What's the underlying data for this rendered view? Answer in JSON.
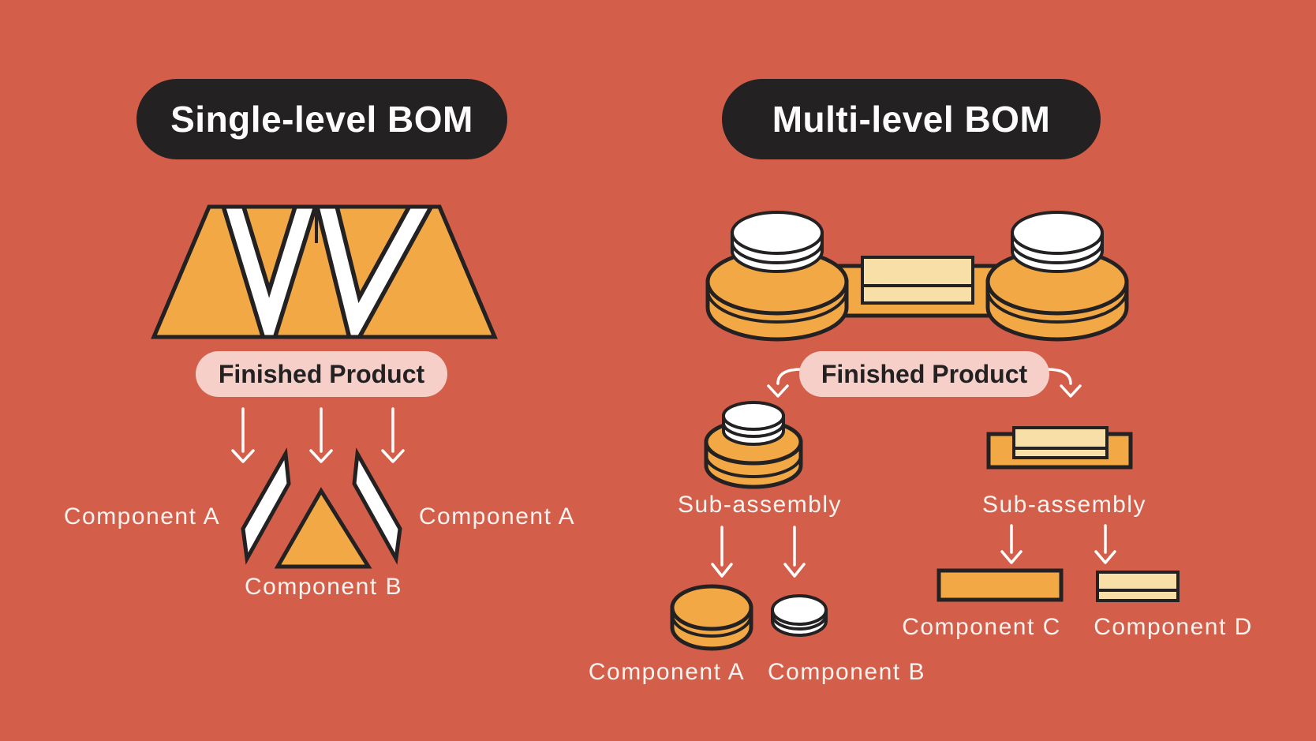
{
  "colors": {
    "background": "#D35F4B",
    "orange": "#F2A845",
    "cream": "#F8DFA8",
    "outline": "#242122",
    "title_pill": "#242122",
    "title_text": "#FCFCFC",
    "label_pill": "#F5CFC8",
    "label_text": "#FBF3F0",
    "white": "#FFFFFF"
  },
  "left_panel": {
    "title": "Single-level BOM",
    "finished_product": "Finished Product",
    "component_a_left": "Component A",
    "component_a_right": "Component A",
    "component_b": "Component B"
  },
  "right_panel": {
    "title": "Multi-level BOM",
    "finished_product": "Finished Product",
    "sub_assembly_left": "Sub-assembly",
    "sub_assembly_right": "Sub-assembly",
    "component_a": "Component A",
    "component_b": "Component B",
    "component_c": "Component C",
    "component_d": "Component D"
  }
}
